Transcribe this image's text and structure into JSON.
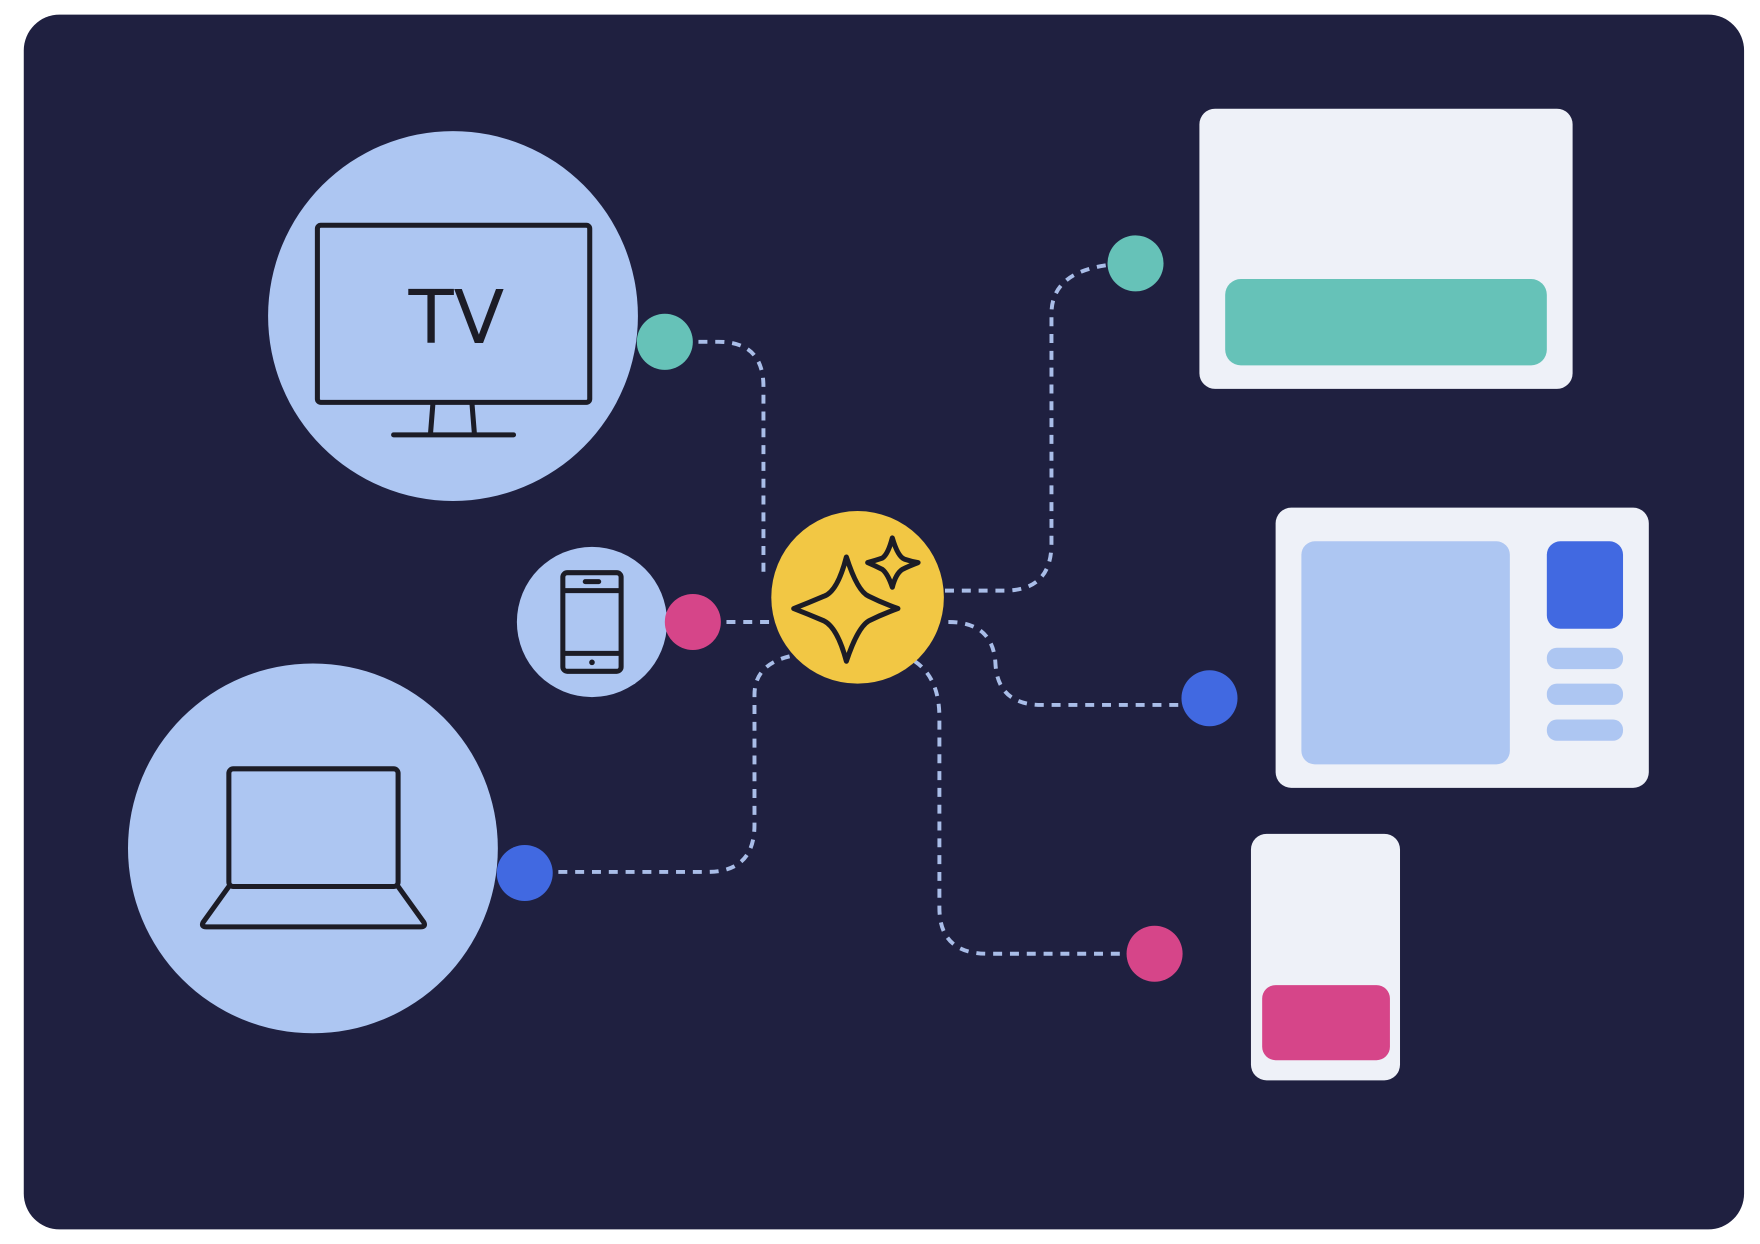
{
  "colors": {
    "background": "#1f2040",
    "device_circle": "#adc6f2",
    "hub": "#f2c744",
    "teal": "#66c2b8",
    "pink": "#d64589",
    "blue": "#4169e1",
    "card": "#eef1f8",
    "connector": "#a9bde8"
  },
  "devices": [
    {
      "name": "tv",
      "icon": "tv-icon",
      "label": "TV"
    },
    {
      "name": "phone",
      "icon": "smartphone-icon"
    },
    {
      "name": "laptop",
      "icon": "laptop-icon"
    }
  ],
  "hub": {
    "icon": "sparkles-icon"
  }
}
